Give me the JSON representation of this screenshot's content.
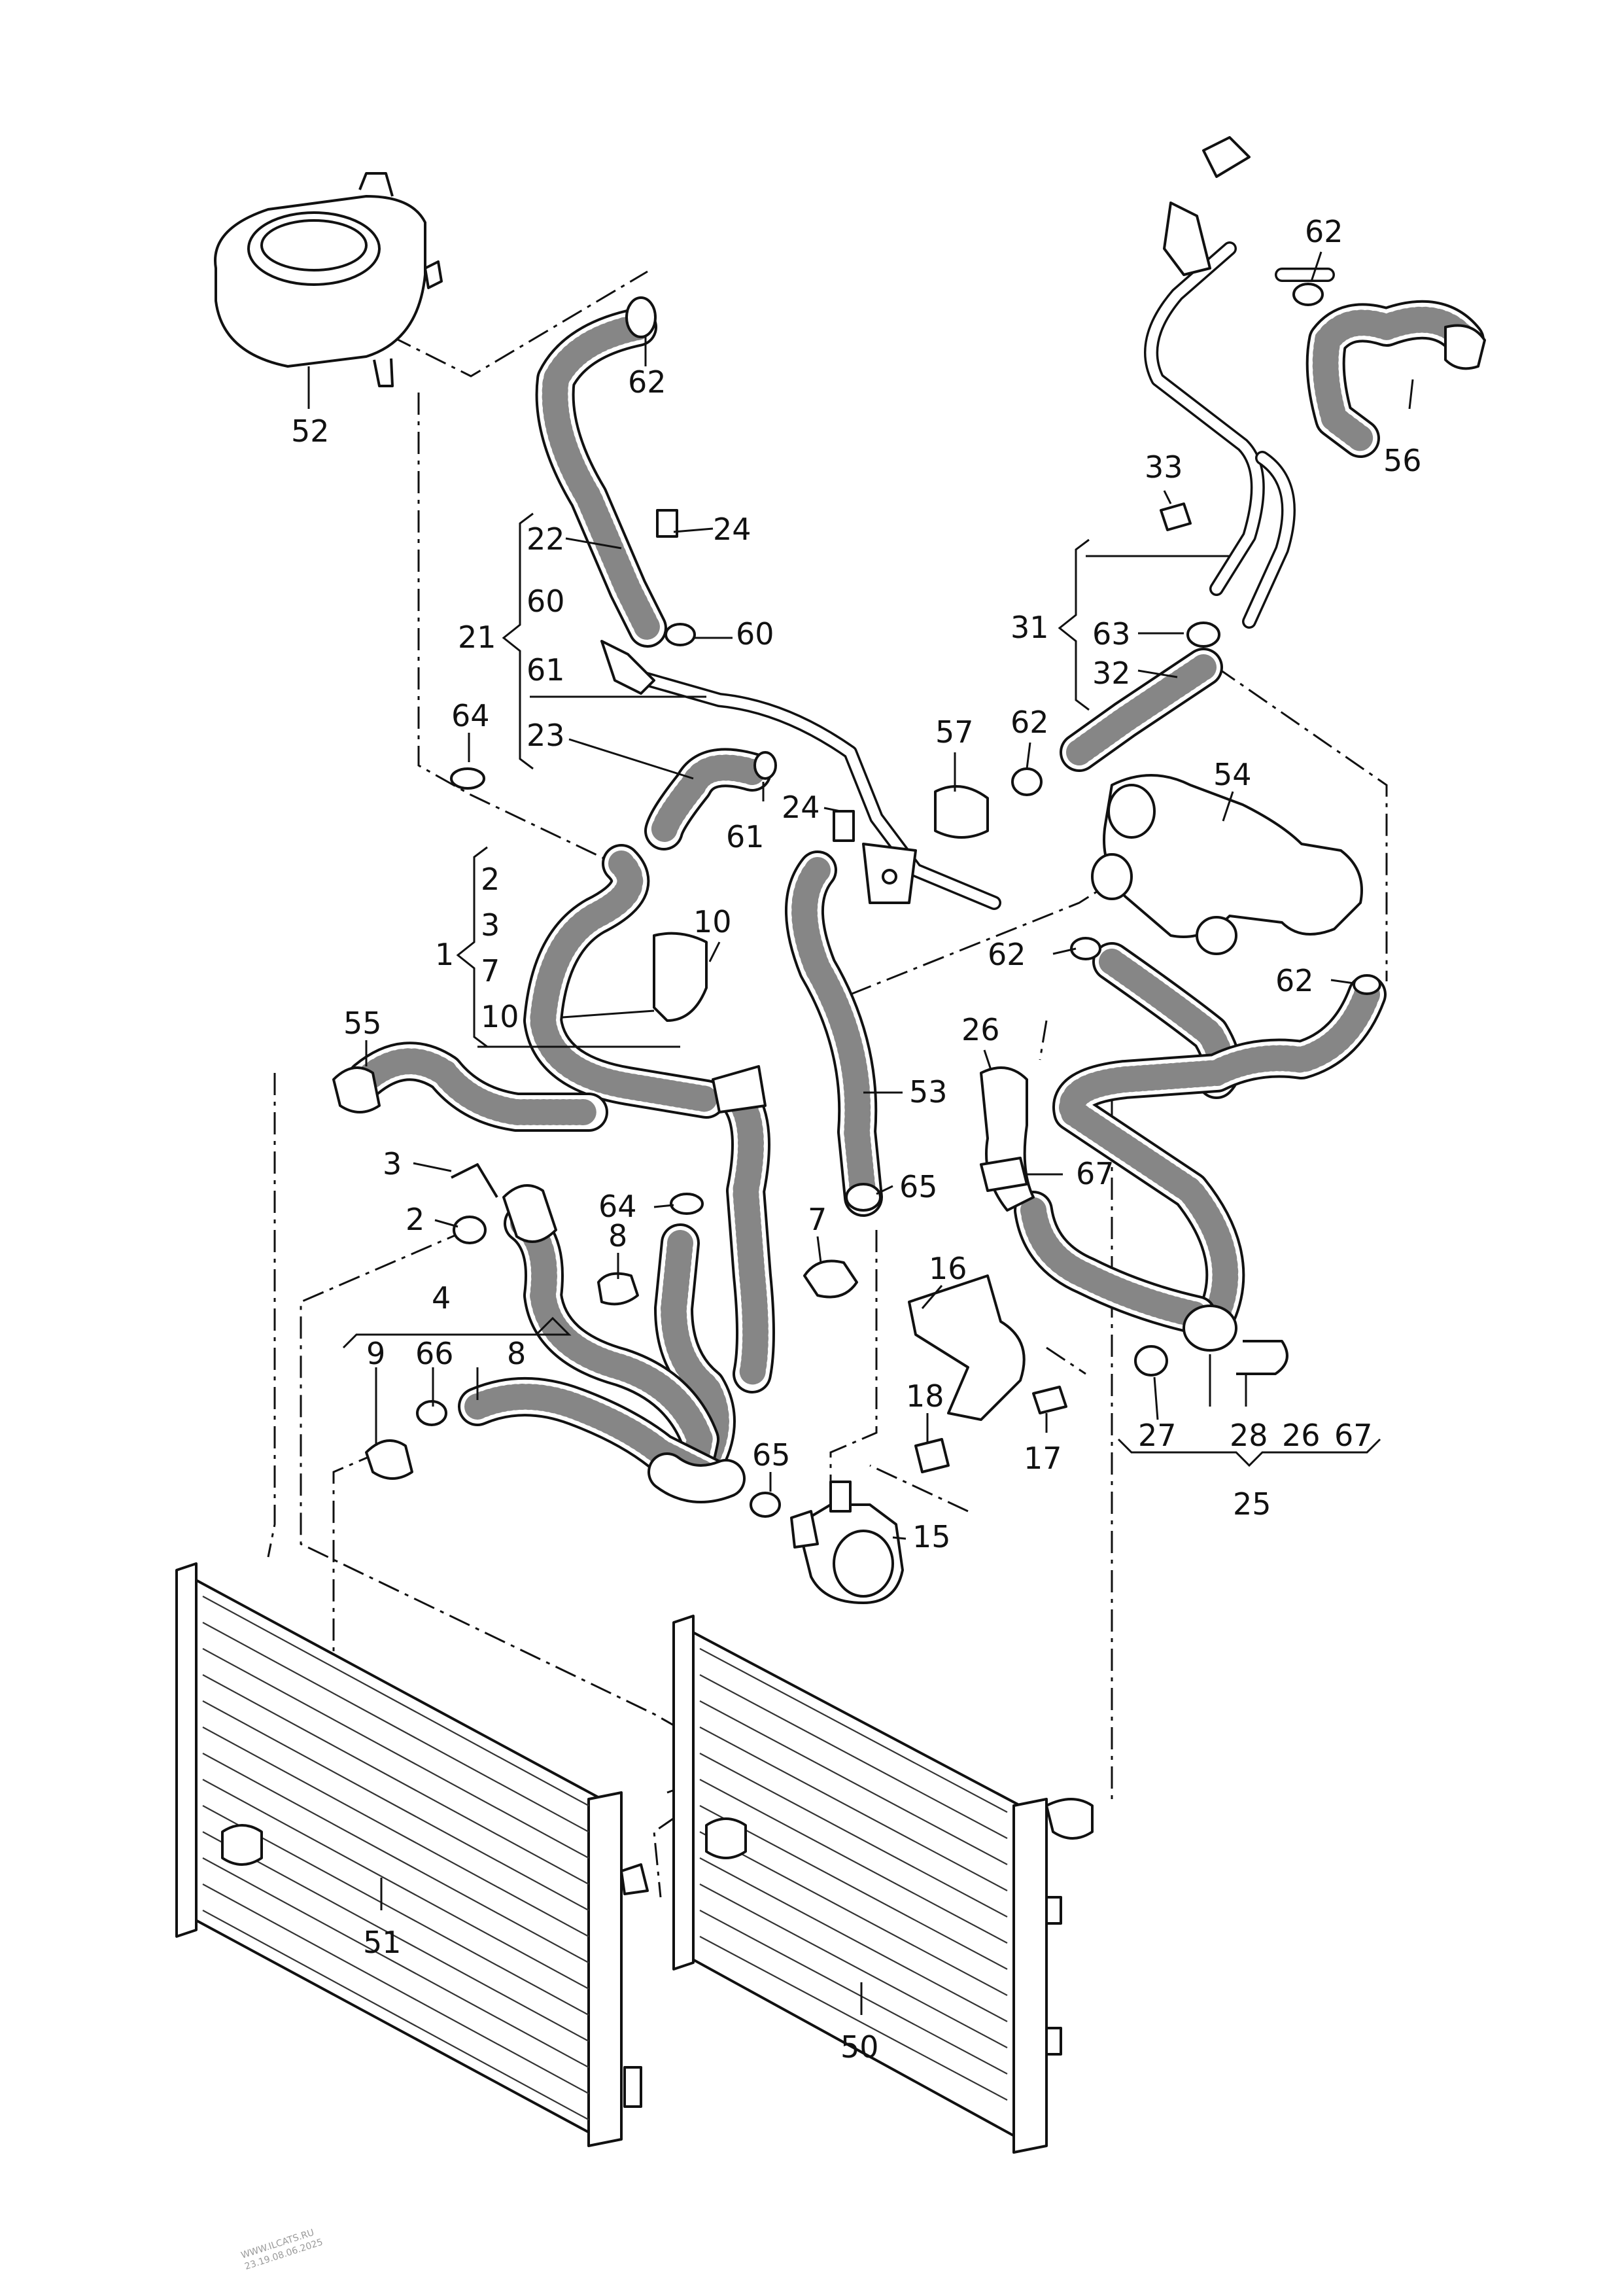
{
  "callouts": {
    "c52": "52",
    "c62a": "62",
    "c22": "22",
    "c24a": "24",
    "c60a": "60",
    "c21": "21",
    "c60b": "60",
    "c61a": "61",
    "c23": "23",
    "c64a": "64",
    "c61b": "61",
    "c24b": "24",
    "c2a": "2",
    "c3a": "3",
    "c1": "1",
    "c7a": "7",
    "c10a": "10",
    "c10b": "10",
    "c55": "55",
    "c53": "53",
    "c3b": "3",
    "c2b": "2",
    "c64b": "64",
    "c65a": "65",
    "c8a": "8",
    "c7b": "7",
    "c4": "4",
    "c9": "9",
    "c66": "66",
    "c8b": "8",
    "c16": "16",
    "c18": "18",
    "c17": "17",
    "c65b": "65",
    "c15": "15",
    "c62b": "62",
    "c56": "56",
    "c33": "33",
    "c31": "31",
    "c63": "63",
    "c32": "32",
    "c62c": "62",
    "c57": "57",
    "c54": "54",
    "c62d": "62",
    "c62e": "62",
    "c26a": "26",
    "c67a": "67",
    "c27": "27",
    "c28": "28",
    "c26b": "26",
    "c67b": "67",
    "c25": "25",
    "c51": "51",
    "c50": "50"
  },
  "watermark": {
    "line1": "WWW.ILCATS.RU",
    "line2": "23.19.08.06.2025"
  }
}
